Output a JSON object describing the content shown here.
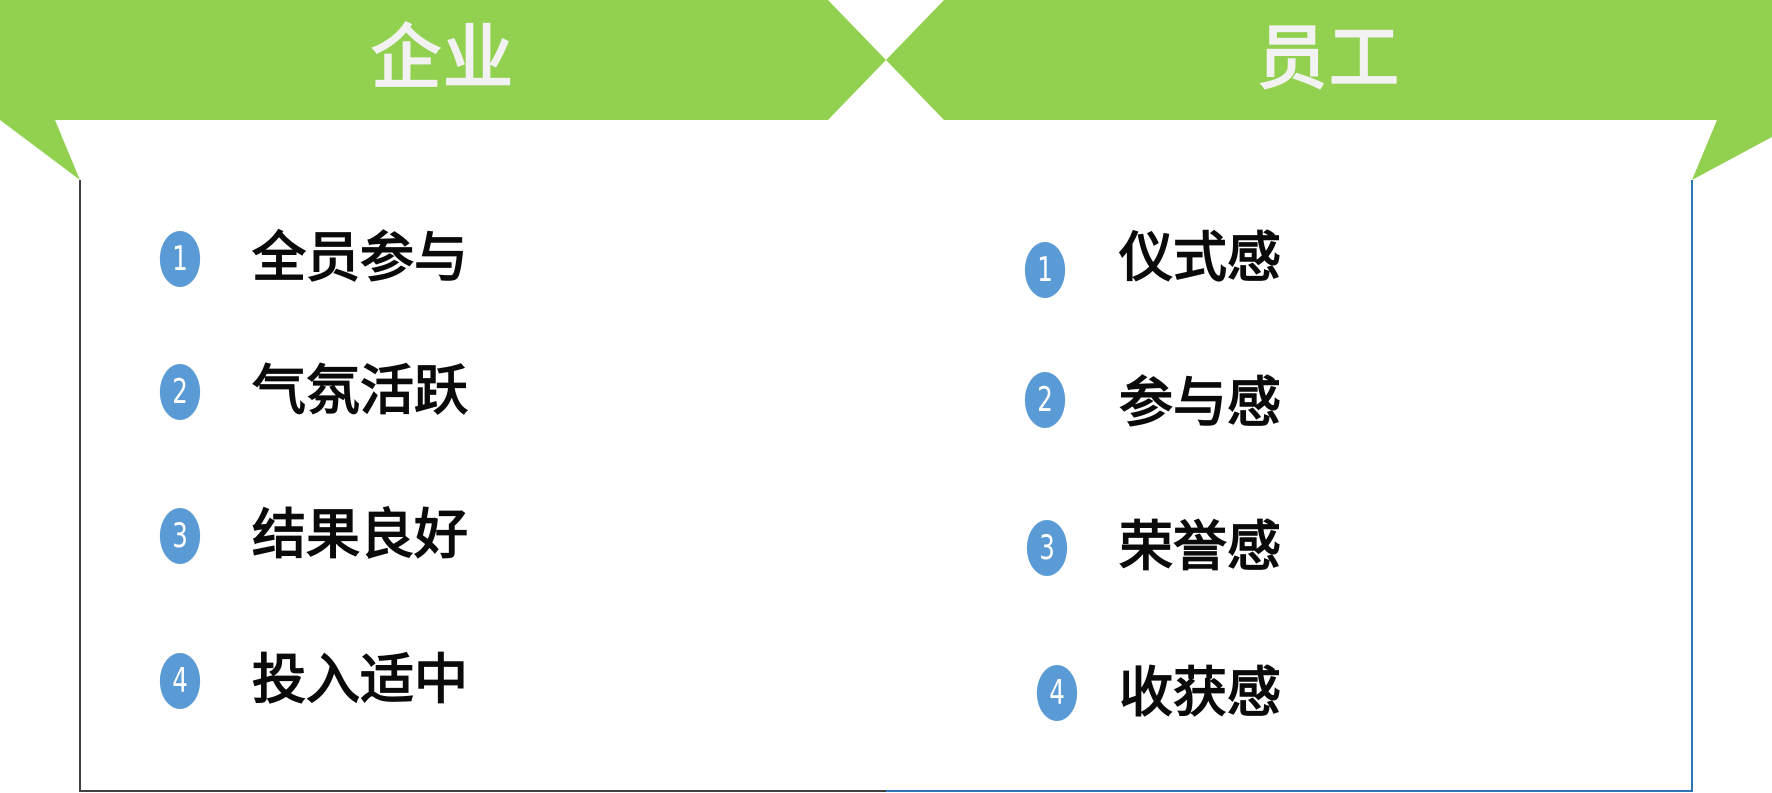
{
  "colors": {
    "header_green": "#92d050",
    "badge_blue": "#5b9bd5",
    "header_text": "#f2f2f2",
    "left_frame": "#404040",
    "right_frame": "#2e75b6"
  },
  "left_panel": {
    "title": "企业",
    "items": [
      {
        "number": "1",
        "label": "全员参与"
      },
      {
        "number": "2",
        "label": "气氛活跃"
      },
      {
        "number": "3",
        "label": "结果良好"
      },
      {
        "number": "4",
        "label": "投入适中"
      }
    ]
  },
  "right_panel": {
    "title": "员工",
    "items": [
      {
        "number": "1",
        "label": "仪式感"
      },
      {
        "number": "2",
        "label": "参与感"
      },
      {
        "number": "3",
        "label": "荣誉感"
      },
      {
        "number": "4",
        "label": "收获感"
      }
    ]
  }
}
